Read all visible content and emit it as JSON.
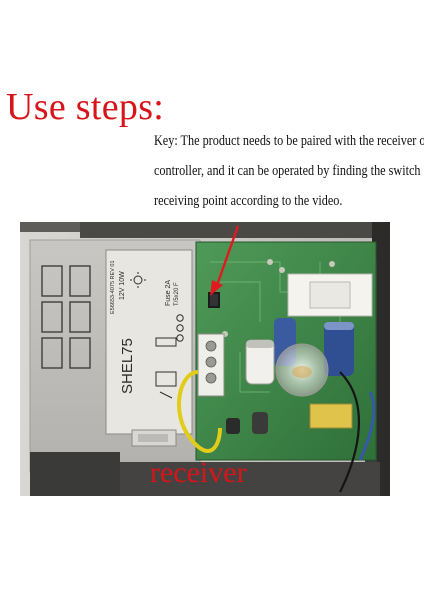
{
  "page": {
    "title": "Use steps:",
    "key_lines": [
      "Key: The product needs to be paired with the receiver or",
      "controller, and it can be operated by finding the switch",
      "receiving point according to the video."
    ],
    "receiver_label": "receiver"
  },
  "device_label": {
    "model": "SHEL75",
    "voltage": "12V 10W",
    "fuse": "Fuse 2A",
    "fuse_type": "T/5x20 F",
    "serial": "E56653-4075 REV 01"
  },
  "colors": {
    "title_red": "#d8141b",
    "annotation_arrow": "#e01a1f",
    "pcb_green": "#3f8b4a",
    "housing_grey": "#c6c4c0"
  }
}
